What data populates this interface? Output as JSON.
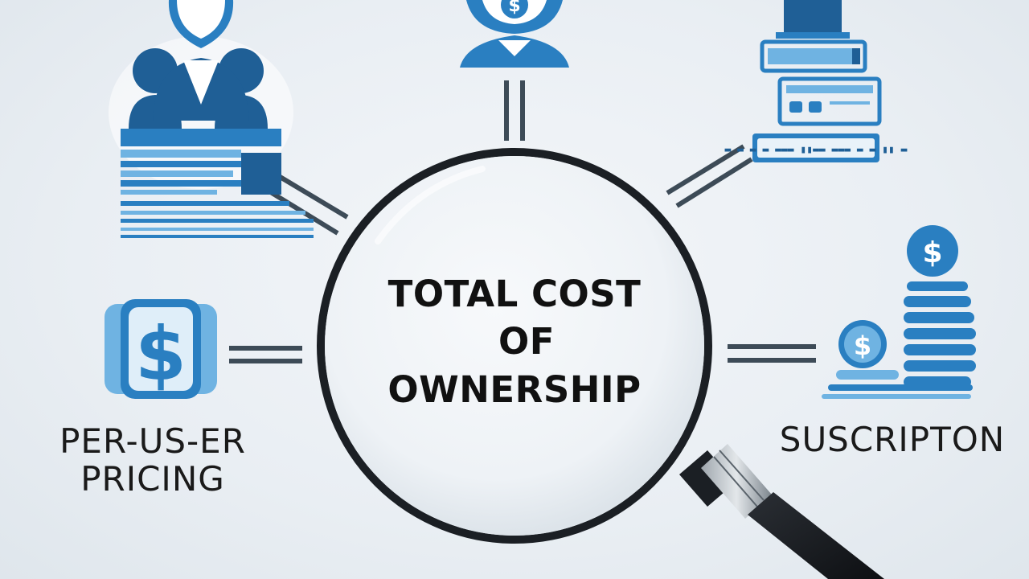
{
  "center": {
    "line1": "TOTAL COST",
    "line2": "OF",
    "line3": "OWNERSHIP"
  },
  "nodes": {
    "left": {
      "line1": "PER-US-ER",
      "line2": "PRICING",
      "icon": "dollar-shield-icon"
    },
    "right": {
      "line1": "SUSCRIPTON",
      "icon": "coin-stack-icon"
    },
    "top_left": {
      "icon": "team-user-icon"
    },
    "top_center": {
      "icon": "user-dollar-icon"
    },
    "top_right": {
      "icon": "server-hardware-icon"
    },
    "server_caption": "▬ ▬ ▬ ▬ ▬▬▬ ▮▮▬▬ ▬▬▬ ▬ ▬ ▮▮ ▬"
  },
  "colors": {
    "primary_blue": "#2a7fc1",
    "dark_blue": "#1f5f96",
    "light_blue": "#6fb3e2",
    "connector": "#3d4b57",
    "lens_rim": "#1b1f24"
  }
}
